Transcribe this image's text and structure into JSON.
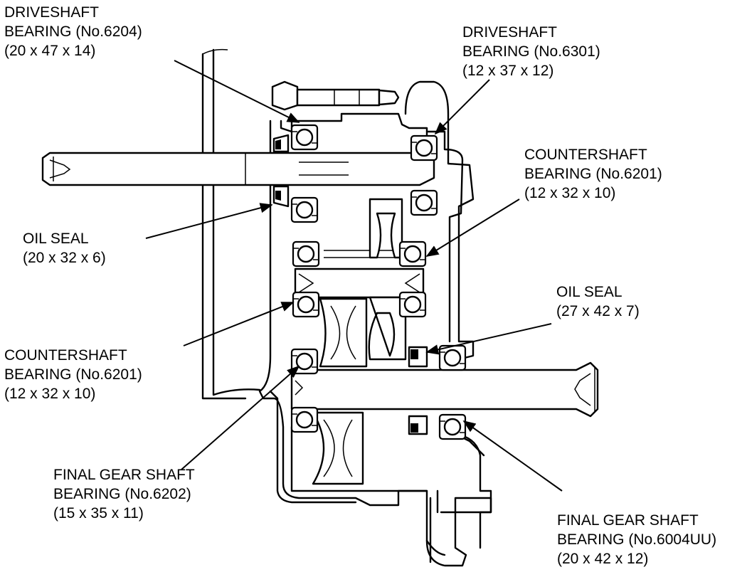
{
  "labels": {
    "drive_6204": [
      "DRIVESHAFT",
      "BEARING (No.6204)",
      "(20 x 47 x 14)"
    ],
    "drive_6301": [
      "DRIVESHAFT",
      "BEARING (No.6301)",
      "(12 x 37 x 12)"
    ],
    "counter_right": [
      "COUNTERSHAFT",
      "BEARING (No.6201)",
      "(12 x 32 x 10)"
    ],
    "oil_seal_left": [
      "OIL SEAL",
      "(20 x 32 x 6)"
    ],
    "oil_seal_right": [
      "OIL SEAL",
      "(27 x 42 x 7)"
    ],
    "counter_left": [
      "COUNTERSHAFT",
      "BEARING (No.6201)",
      "(12 x 32 x 10)"
    ],
    "final_6202": [
      "FINAL GEAR SHAFT",
      "BEARING (No.6202)",
      "(15 x 35 x 11)"
    ],
    "final_6004": [
      "FINAL GEAR SHAFT",
      "BEARING (No.6004UU)",
      "(20 x 42 x 12)"
    ]
  },
  "colors": {
    "ink": "#000000",
    "background": "#ffffff"
  }
}
